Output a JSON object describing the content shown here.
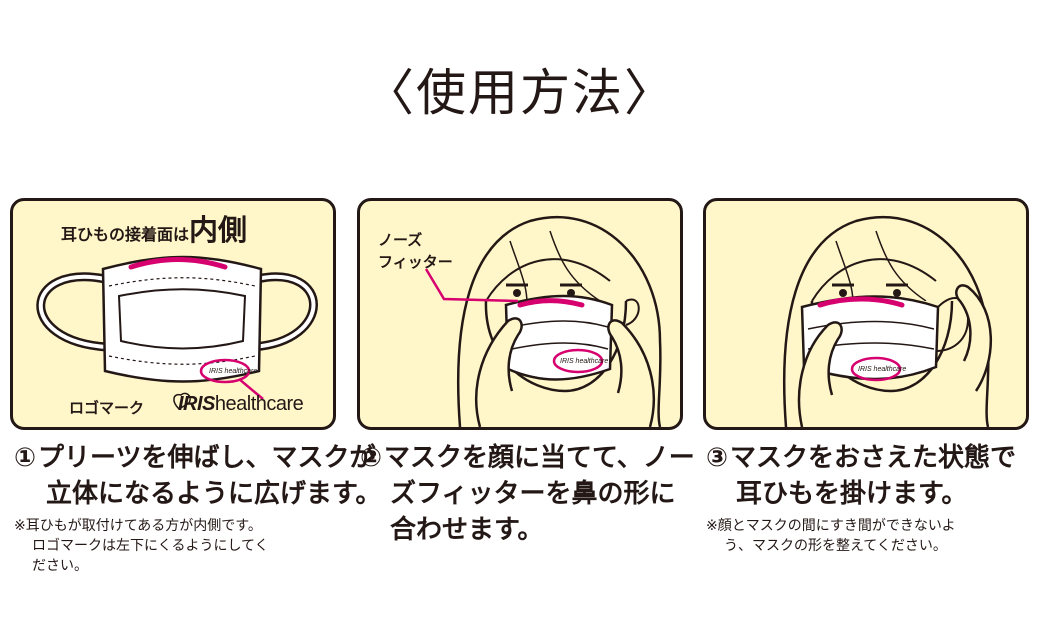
{
  "title": "〈使用方法〉",
  "panel1": {
    "heading_prefix": "耳ひもの接着面は",
    "heading_emphasis": "内側",
    "logo_label": "ロゴマーク",
    "brand_bold": "IRIS",
    "brand_rest": "healthcare",
    "mask_logo": "IRIS healthcare"
  },
  "panel2": {
    "label_line1": "ノーズ",
    "label_line2": "フィッター",
    "mask_logo": "IRIS healthcare"
  },
  "panel3": {
    "mask_logo": "IRIS healthcare"
  },
  "steps": [
    {
      "number": "①",
      "line1": "プリーツを伸ばし、マスクが",
      "line2": "立体になるように広げます。",
      "note_line1": "※耳ひもが取付けてある方が内側です。",
      "note_line2": "ロゴマークは左下にくるようにしてく",
      "note_line3": "ださい。"
    },
    {
      "number": "②",
      "line1": "マスクを顔に当てて、ノー",
      "line2": "ズフィッターを鼻の形に",
      "line3": "合わせます。"
    },
    {
      "number": "③",
      "line1": "マスクをおさえた状態で",
      "line2": "耳ひもを掛けます。",
      "note_line1": "※顔とマスクの間にすき間ができないよ",
      "note_line2": "う、マスクの形を整えてください。"
    }
  ],
  "colors": {
    "panel_bg": "#fff7c9",
    "outline": "#231815",
    "accent_magenta": "#d6006f"
  }
}
